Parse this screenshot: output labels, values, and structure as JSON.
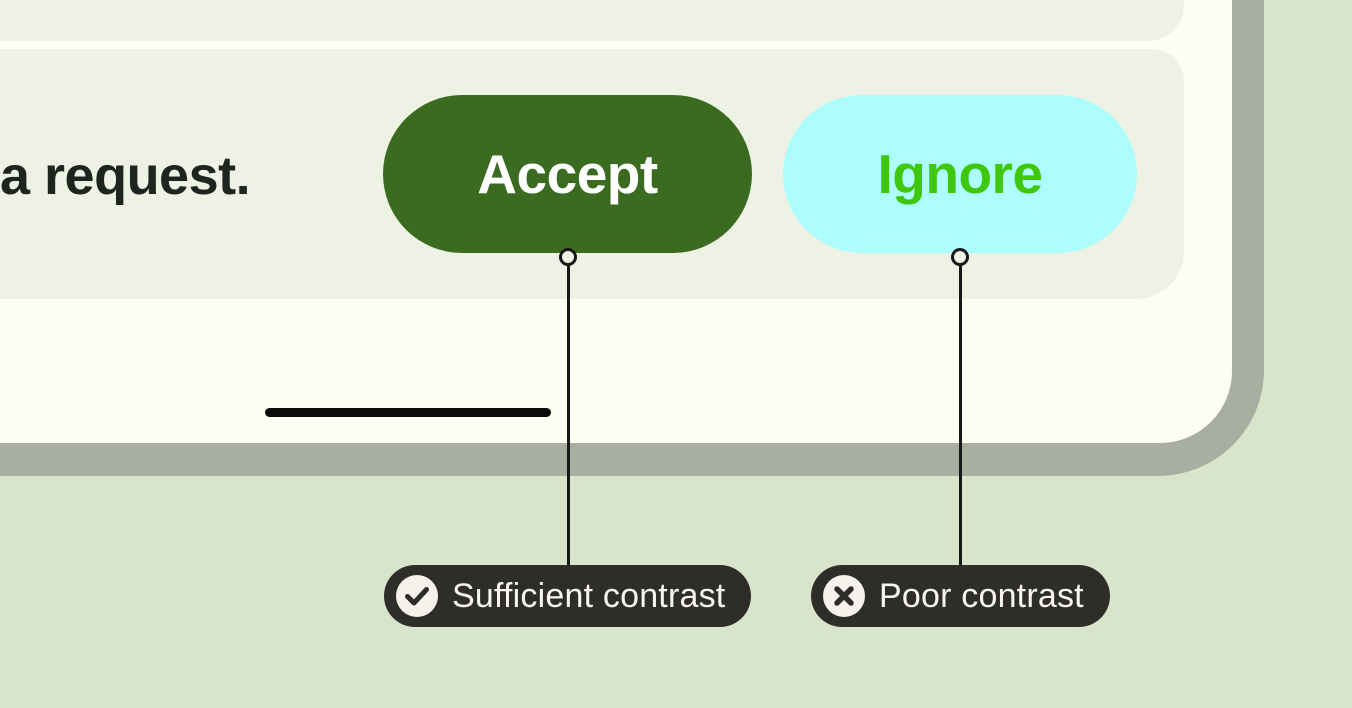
{
  "figure": {
    "background_color": "#d9e5ca",
    "device_frame_color": "#a8afa0",
    "device_screen_color": "#fdfdf1"
  },
  "screen": {
    "panel_color": "#eef2e5",
    "message_text": "a request.",
    "accept_button": {
      "label": "Accept",
      "background": "#3b6b20",
      "text_color": "#ffffff"
    },
    "ignore_button": {
      "label": "Ignore",
      "background": "#adfdfc",
      "text_color": "#3fc70d"
    },
    "home_indicator_color": "#0b0b0b"
  },
  "annotations": {
    "chip_background": "#2e2d2a",
    "chip_text_color": "#f7f5ee",
    "icon_circle_color": "#f4f2ea",
    "items": [
      {
        "icon": "check-circle-icon",
        "label": "Sufficient contrast"
      },
      {
        "icon": "x-circle-icon",
        "label": "Poor contrast"
      }
    ]
  }
}
